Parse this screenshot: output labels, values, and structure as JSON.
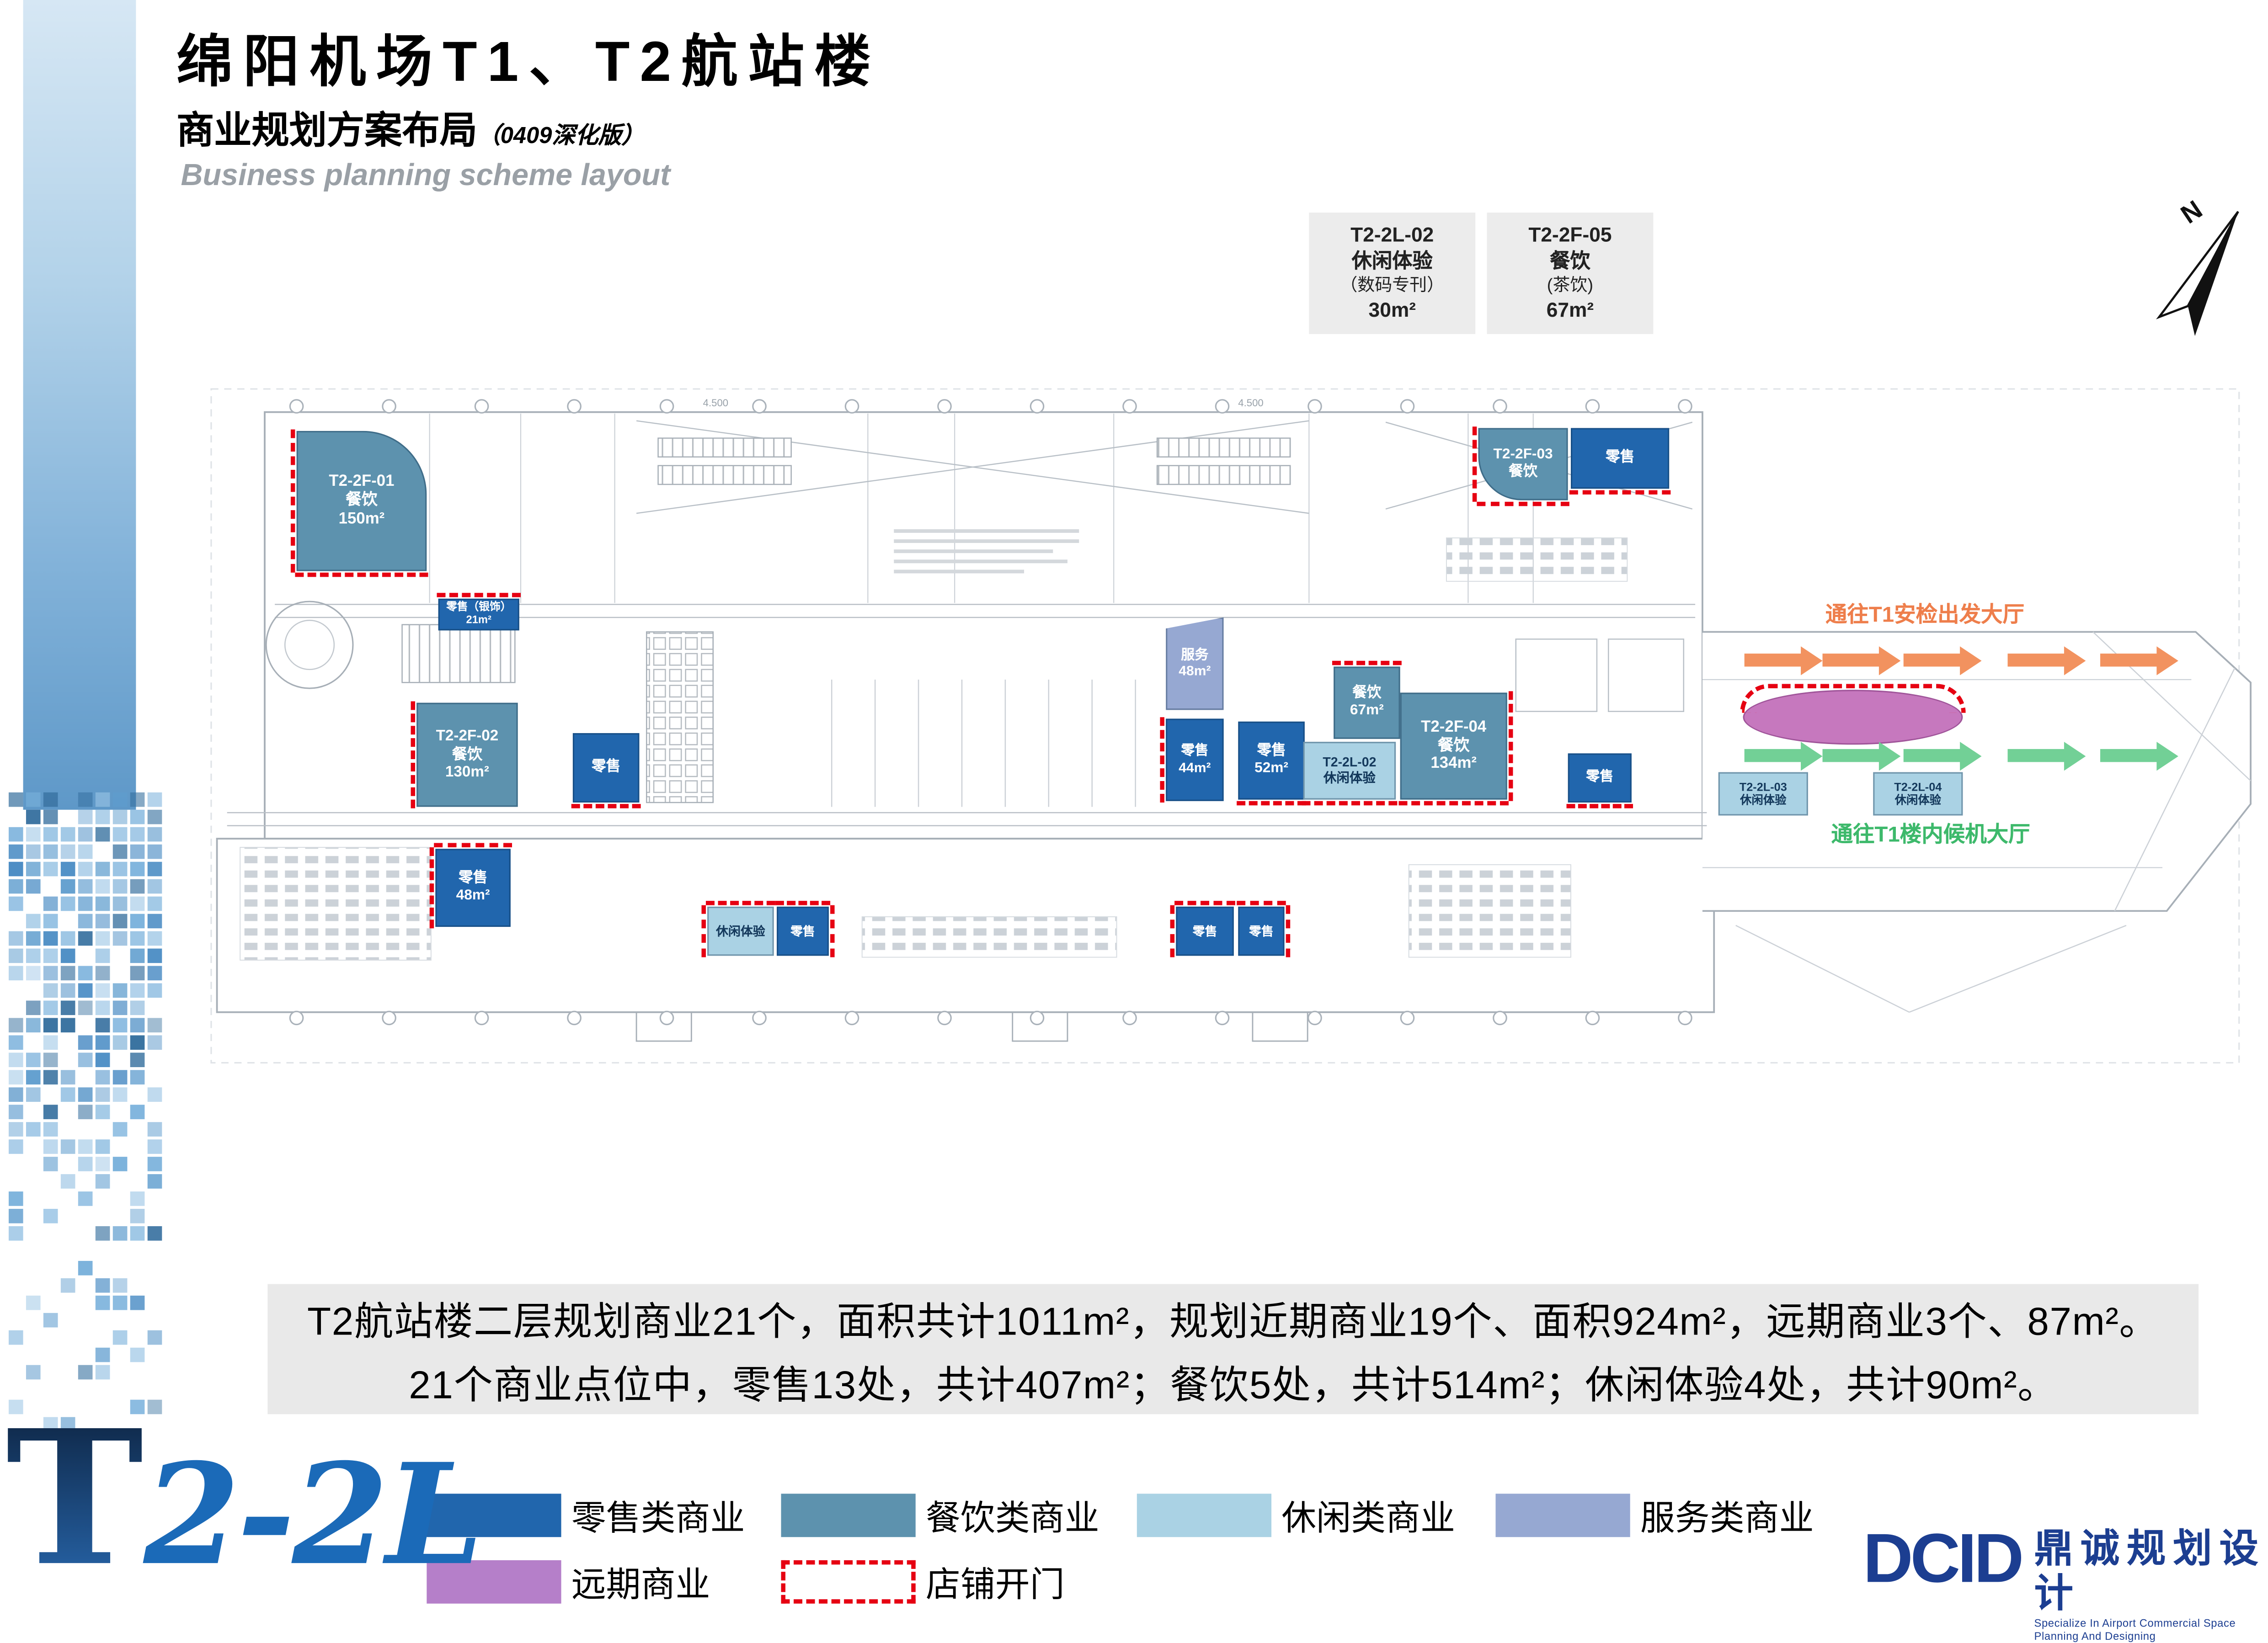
{
  "header": {
    "title": "绵阳机场T1、T2航站楼",
    "subtitle": "商业规划方案布局",
    "subtitle_note": "（0409深化版）",
    "subtitle_en": "Business planning scheme layout"
  },
  "callouts": [
    {
      "id": "T2-2L-02",
      "type": "休闲体验",
      "note": "（数码专刊）",
      "area": "30m²"
    },
    {
      "id": "T2-2F-05",
      "type": "餐饮",
      "note": "(茶饮)",
      "area": "67m²"
    }
  ],
  "plan": {
    "north": "N",
    "dim": "4.500",
    "flows": {
      "security": "通往T1安检出发大厅",
      "waiting": "通往T1楼内候机大厅"
    },
    "zones": [
      {
        "l0": "T2-2F-01",
        "l1": "餐饮",
        "l2": "150m²"
      },
      {
        "l0": "零售（银饰）21m²"
      },
      {
        "l0": "T2-2F-02",
        "l1": "餐饮",
        "l2": "130m²"
      },
      {
        "l0": "零售"
      },
      {
        "l0": "服务",
        "l1": "48m²"
      },
      {
        "l0": "零售",
        "l1": "44m²"
      },
      {
        "l0": "零售",
        "l1": "52m²"
      },
      {
        "l0": "餐饮",
        "l1": "67m²"
      },
      {
        "l0": "T2-2L-02",
        "l1": "休闲体验"
      },
      {
        "l0": "T2-2F-04",
        "l1": "餐饮",
        "l2": "134m²"
      },
      {
        "l0": "零售"
      },
      {
        "l0": "零售",
        "l1": "48m²"
      },
      {
        "l0": "休闲体验"
      },
      {
        "l0": "零售"
      },
      {
        "l0": "零售"
      },
      {
        "l0": "零售"
      },
      {
        "l0": "T2-2F-03",
        "l1": "餐饮"
      },
      {
        "l0": "零售"
      },
      {
        "l0": "T2-2L-03",
        "l1": "休闲体验"
      },
      {
        "l0": "T2-2L-04",
        "l1": "休闲体验"
      }
    ]
  },
  "summary": {
    "line1": "T2航站楼二层规划商业21个，面积共计1011m²，规划近期商业19个、面积924m²，远期商业3个、87m²。",
    "line2": "21个商业点位中，零售13处，共计407m²；餐饮5处，共计514m²；休闲体验4处，共计90m²。"
  },
  "footer": {
    "floor_t": "T",
    "floor_rest": "2-2L",
    "legend": [
      {
        "label": "零售类商业",
        "color": "#2166ad"
      },
      {
        "label": "餐饮类商业",
        "color": "#5d92ae"
      },
      {
        "label": "休闲类商业",
        "color": "#aad2e4"
      },
      {
        "label": "服务类商业",
        "color": "#96a8d2"
      },
      {
        "label": "远期商业",
        "color": "#b57fc9"
      },
      {
        "label": "店铺开门",
        "color": "dash"
      }
    ],
    "logo": {
      "mark": "DCID",
      "cn": "鼎诚规划设计",
      "en": "Specialize In Airport Commercial Space Planning And Designing"
    }
  }
}
